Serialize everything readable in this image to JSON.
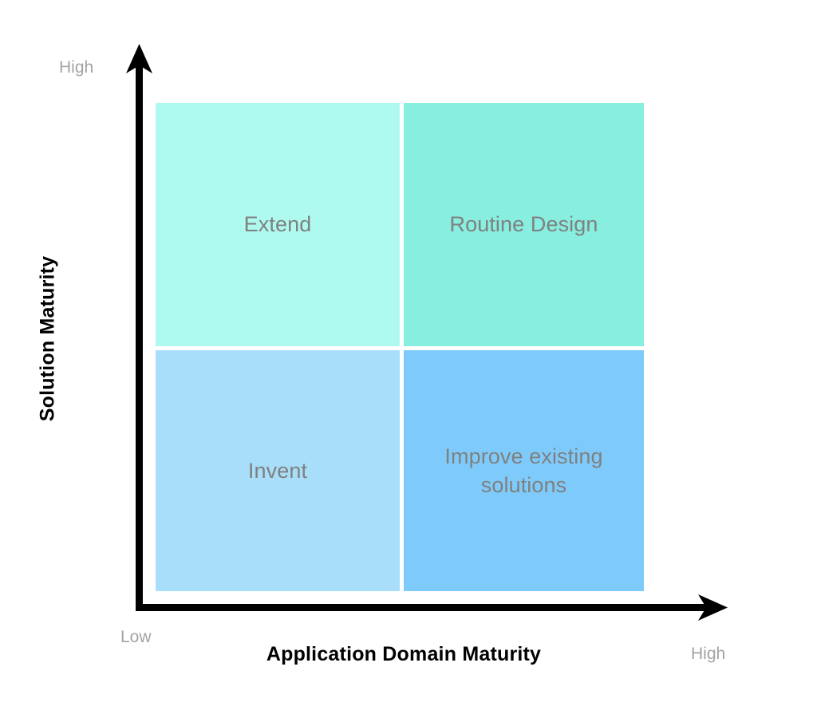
{
  "diagram": {
    "type": "2x2-matrix",
    "axes": {
      "x": {
        "title": "Application Domain Maturity",
        "low_label": "Low",
        "high_label": "High"
      },
      "y": {
        "title": "Solution Maturity",
        "high_label": "High"
      }
    },
    "quadrants": [
      {
        "id": "top-left",
        "label": "Extend",
        "color": "#affaef",
        "x_level": "low",
        "y_level": "high"
      },
      {
        "id": "top-right",
        "label": "Routine Design",
        "color": "#88eedf",
        "x_level": "high",
        "y_level": "high"
      },
      {
        "id": "bottom-left",
        "label": "Invent",
        "color": "#a8defa",
        "x_level": "low",
        "y_level": "low"
      },
      {
        "id": "bottom-right",
        "label": "Improve existing\nsolutions",
        "color": "#7ecbfb",
        "x_level": "high",
        "y_level": "low"
      }
    ],
    "colors": {
      "axis": "#000000",
      "quadrant_label": "#808080",
      "endpoint_label": "#a3a3a3",
      "background": "#ffffff"
    }
  }
}
